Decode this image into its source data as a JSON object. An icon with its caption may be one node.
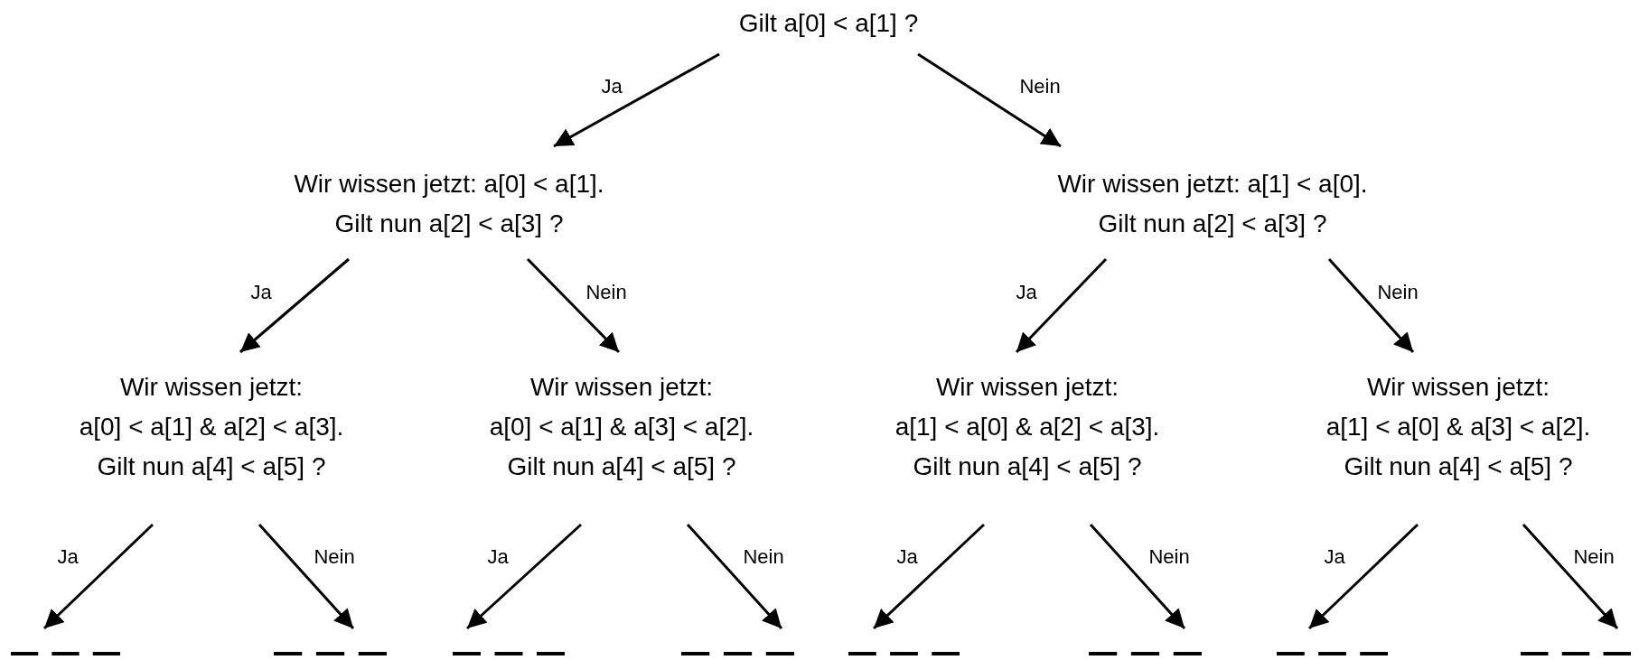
{
  "diagram": {
    "nodes": [
      {
        "text": [
          "Gilt a[0] < a[1] ?"
        ]
      },
      {
        "text": [
          "Wir wissen jetzt: a[0] < a[1].",
          "Gilt nun a[2] < a[3] ?"
        ]
      },
      {
        "text": [
          "Wir wissen jetzt: a[1] < a[0].",
          "Gilt nun a[2] < a[3] ?"
        ]
      },
      {
        "text": [
          "Wir wissen jetzt:",
          "a[0] < a[1] & a[2] < a[3].",
          "Gilt nun a[4] < a[5] ?"
        ]
      },
      {
        "text": [
          "Wir wissen jetzt:",
          "a[0] < a[1] & a[3] < a[2].",
          "Gilt nun a[4] < a[5] ?"
        ]
      },
      {
        "text": [
          "Wir wissen jetzt:",
          "a[1] < a[0] & a[2] < a[3].",
          "Gilt nun a[4] < a[5] ?"
        ]
      },
      {
        "text": [
          "Wir wissen jetzt:",
          "a[1] < a[0] & a[3] < a[2].",
          "Gilt nun a[4] < a[5] ?"
        ]
      },
      {
        "text": [],
        "shape": "bar"
      },
      {
        "text": [],
        "shape": "bar"
      },
      {
        "text": [],
        "shape": "bar"
      },
      {
        "text": [],
        "shape": "bar"
      },
      {
        "text": [],
        "shape": "bar"
      },
      {
        "text": [],
        "shape": "bar"
      },
      {
        "text": [],
        "shape": "bar"
      },
      {
        "text": [],
        "shape": "bar"
      }
    ],
    "edges": [
      {
        "from": 0,
        "to": 1,
        "arrow": "to",
        "label": "Ja"
      },
      {
        "from": 0,
        "to": 2,
        "arrow": "to",
        "label": "Nein"
      },
      {
        "from": 1,
        "to": 3,
        "arrow": "to",
        "label": "Ja"
      },
      {
        "from": 1,
        "to": 4,
        "arrow": "to",
        "label": "Nein"
      },
      {
        "from": 2,
        "to": 5,
        "arrow": "to",
        "label": "Ja"
      },
      {
        "from": 2,
        "to": 6,
        "arrow": "to",
        "label": "Nein"
      },
      {
        "from": 3,
        "to": 7,
        "arrow": "to",
        "label": "Ja"
      },
      {
        "from": 3,
        "to": 8,
        "arrow": "to",
        "label": "Nein"
      },
      {
        "from": 4,
        "to": 9,
        "arrow": "to",
        "label": "Ja"
      },
      {
        "from": 4,
        "to": 10,
        "arrow": "to",
        "label": "Nein"
      },
      {
        "from": 5,
        "to": 11,
        "arrow": "to",
        "label": "Ja"
      },
      {
        "from": 5,
        "to": 12,
        "arrow": "to",
        "label": "Nein"
      },
      {
        "from": 6,
        "to": 13,
        "arrow": "to",
        "label": "Ja"
      },
      {
        "from": 6,
        "to": 14,
        "arrow": "to",
        "label": "Nein"
      }
    ]
  }
}
